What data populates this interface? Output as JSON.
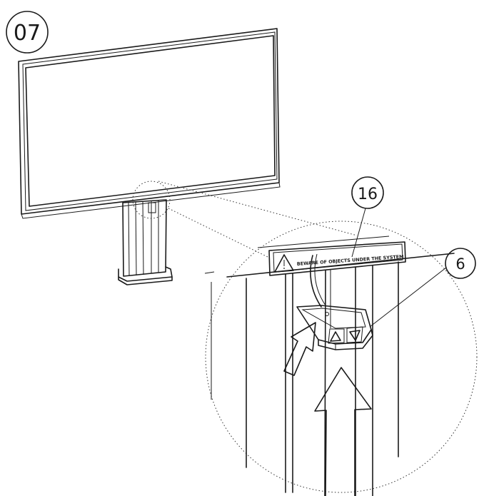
{
  "step": {
    "number": "07"
  },
  "callouts": {
    "label_16": "16",
    "label_6": "6"
  },
  "warning_label": {
    "text": "BEWARE OF OBJECTS UNDER THE SYSTEM",
    "icon": "warning-triangle-icon"
  },
  "controller": {
    "icons": [
      "arrow-up-icon",
      "arrow-down-icon"
    ]
  },
  "colors": {
    "line": "#1a1a1a",
    "background": "#ffffff"
  }
}
